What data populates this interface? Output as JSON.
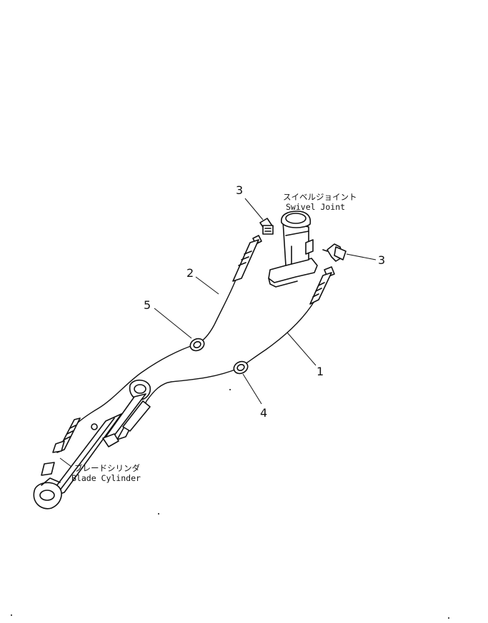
{
  "callouts": [
    {
      "id": "n1",
      "text": "1"
    },
    {
      "id": "n2",
      "text": "2"
    },
    {
      "id": "n3a",
      "text": "3"
    },
    {
      "id": "n3b",
      "text": "3"
    },
    {
      "id": "n4",
      "text": "4"
    },
    {
      "id": "n5",
      "text": "5"
    }
  ],
  "labels": {
    "swivel_jp": "スイベルジョイント",
    "swivel_en": "Swivel Joint",
    "cylinder_jp": "ブレードシリンダ",
    "cylinder_en": "Blade Cylinder"
  }
}
